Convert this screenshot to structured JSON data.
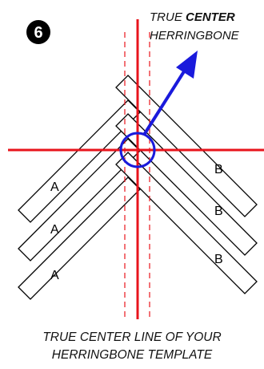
{
  "step": {
    "number": "6"
  },
  "title": {
    "line1_prefix": "TRUE ",
    "line1_emphasis": "CENTER",
    "line2": "HERRINGBONE"
  },
  "caption": {
    "line1": "TRUE CENTER LINE OF YOUR",
    "line2": "HERRINGBONE   TEMPLATE"
  },
  "planks": {
    "left_label": "A",
    "right_label": "B"
  },
  "colors": {
    "center_line": "#e8141c",
    "guide_line": "#e8141c",
    "arrow": "#1a1adc",
    "plank_stroke": "#000000",
    "badge": "#000000"
  }
}
